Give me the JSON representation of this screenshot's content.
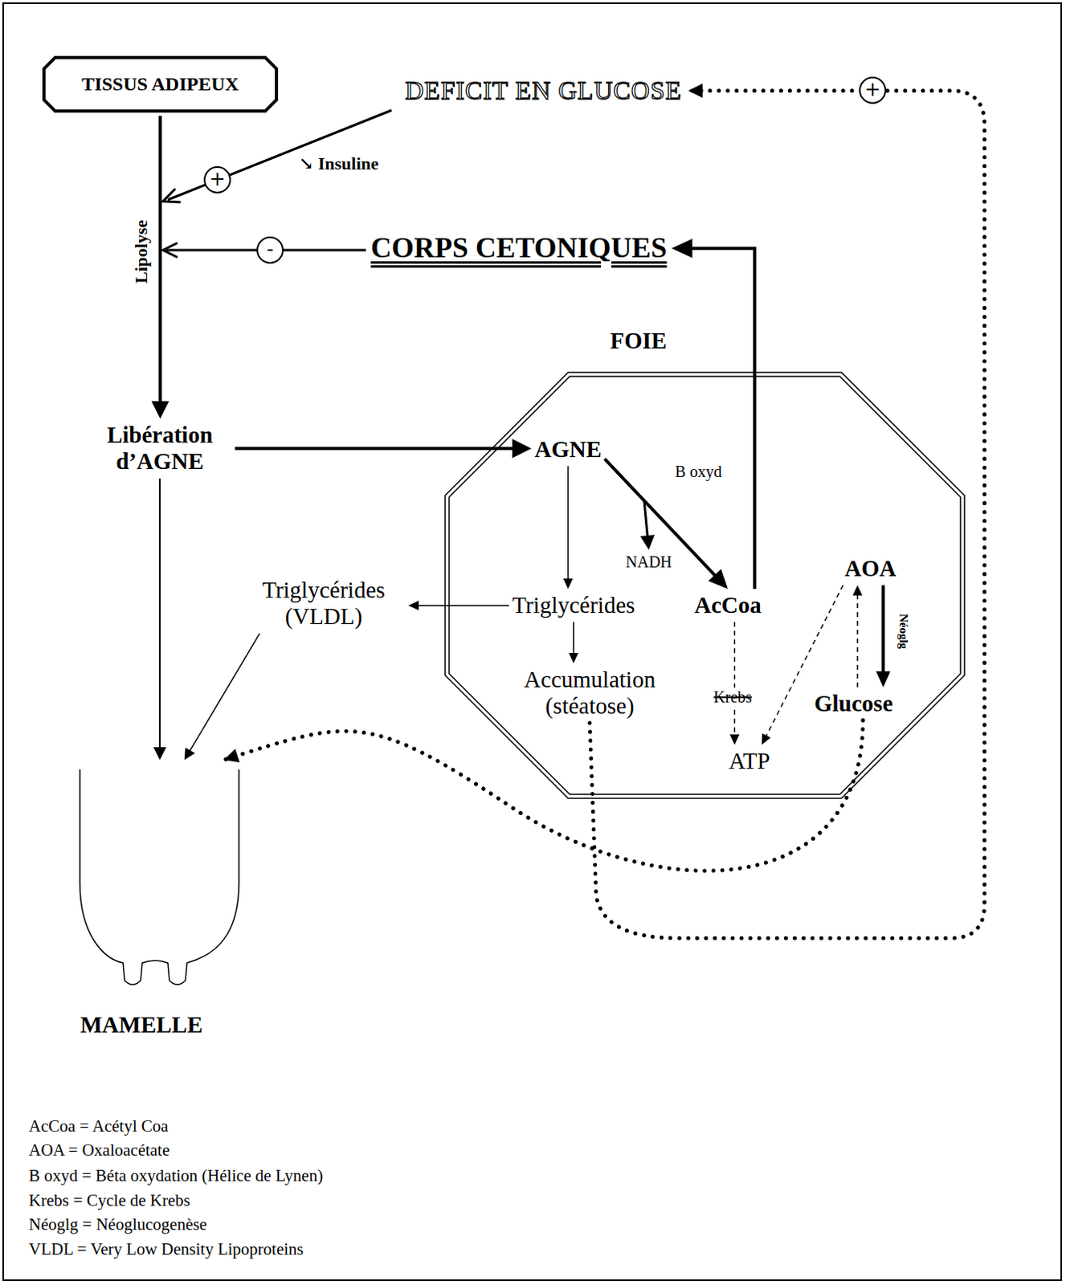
{
  "diagram": {
    "nodes": [
      {
        "text": [
          "TISSUS ADIPEUX"
        ]
      },
      {
        "text": [
          "DEFICIT EN GLUCOSE"
        ]
      },
      {
        "text": [
          "CORPS CETONIQUES"
        ]
      },
      {
        "text": [
          "FOIE"
        ]
      },
      {
        "text": [
          "Libération d’AGNE"
        ]
      },
      {
        "text": [
          "AGNE"
        ],
        "in": 3
      },
      {
        "text": [
          "NADH"
        ],
        "in": 3
      },
      {
        "text": [
          "Triglycérides"
        ],
        "in": 3
      },
      {
        "text": [
          "AcCoa"
        ],
        "in": 3
      },
      {
        "text": [
          "AOA"
        ],
        "in": 3
      },
      {
        "text": [
          "Triglycérides (VLDL)"
        ]
      },
      {
        "text": [
          "Accumulation (stéatose)"
        ],
        "in": 3
      },
      {
        "text": [
          "Glucose"
        ],
        "in": 3
      },
      {
        "text": [
          "ATP"
        ],
        "in": 3
      },
      {
        "text": [
          "MAMELLE"
        ]
      }
    ],
    "edges": [
      {
        "from": 0,
        "to": 4,
        "arrow": "to",
        "label": "Lipolyse"
      },
      {
        "from": 4,
        "to": 5,
        "arrow": "to"
      },
      {
        "from": 4,
        "to": 14,
        "arrow": "to"
      },
      {
        "from": 5,
        "to": 7,
        "arrow": "to"
      },
      {
        "from": 5,
        "to": 8,
        "arrow": "to",
        "label": "B oxyd"
      },
      {
        "from": 5,
        "to": 6,
        "arrow": "to"
      },
      {
        "from": 7,
        "to": 10,
        "arrow": "to"
      },
      {
        "from": 7,
        "to": 11,
        "arrow": "to"
      },
      {
        "from": 10,
        "to": 14,
        "arrow": "to"
      },
      {
        "from": 8,
        "to": 2,
        "arrow": "to"
      },
      {
        "from": 8,
        "to": 13,
        "arrow": "to",
        "label": "Krebs"
      },
      {
        "from": 9,
        "to": 13,
        "arrow": "to"
      },
      {
        "from": 9,
        "to": 12,
        "arrow": "to",
        "label": "Néoglg"
      },
      {
        "from": 12,
        "to": 9,
        "arrow": "to"
      },
      {
        "from": 12,
        "to": 14,
        "arrow": "to"
      },
      {
        "from": 11,
        "to": 1,
        "arrow": "to",
        "label": "+"
      }
    ],
    "labels": [
      "↘ Insuline",
      "+",
      "-",
      "AcCoa = Acétyl Coa",
      "AOA = Oxaloacétate",
      "B oxyd = Béta oxydation (Hélice de Lynen)",
      "Krebs = Cycle de Krebs",
      "Néoglg = Néoglucogenèse",
      "VLDL = Very Low Density Lipoproteins"
    ]
  }
}
